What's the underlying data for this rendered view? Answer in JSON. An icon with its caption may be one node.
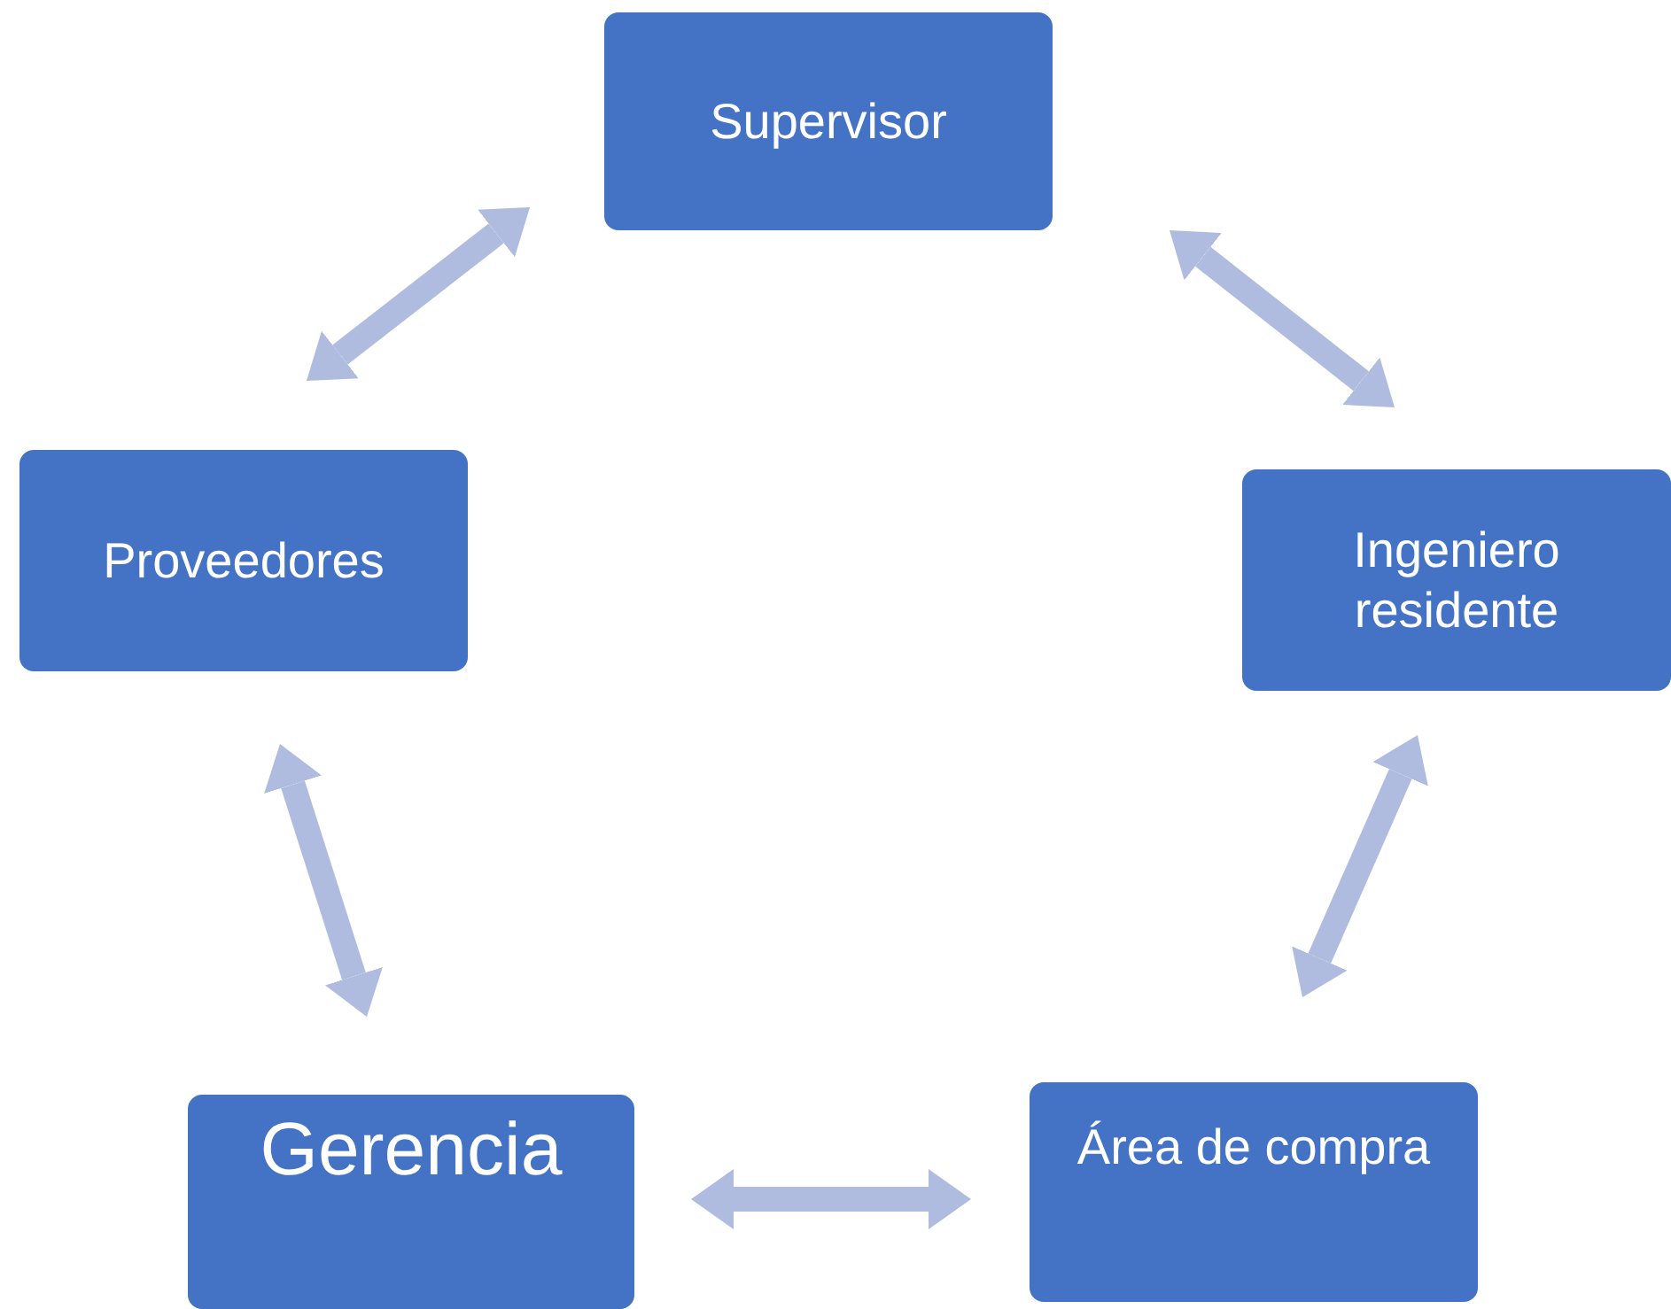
{
  "diagram": {
    "nodes": [
      {
        "text": [
          "Supervisor"
        ]
      },
      {
        "text": [
          "Ingeniero residente"
        ]
      },
      {
        "text": [
          "Área de compra"
        ]
      },
      {
        "text": [
          "Gerencia"
        ]
      },
      {
        "text": [
          "Proveedores"
        ]
      }
    ],
    "edges": [
      {
        "from": 0,
        "to": 1,
        "arrow": "both"
      },
      {
        "from": 1,
        "to": 2,
        "arrow": "both"
      },
      {
        "from": 2,
        "to": 3,
        "arrow": "both"
      },
      {
        "from": 3,
        "to": 4,
        "arrow": "both"
      },
      {
        "from": 4,
        "to": 0,
        "arrow": "both"
      }
    ]
  }
}
